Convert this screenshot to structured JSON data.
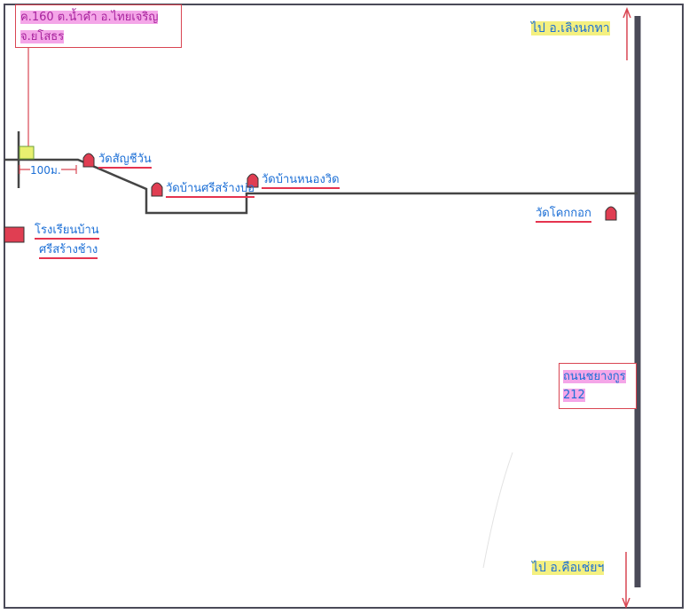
{
  "header_box": {
    "line1": "ค.160 ต.น้ำคำ อ.ไทยเจริญ",
    "line2": "จ.ยโสธร"
  },
  "labels": {
    "north_direction": "ไป อ.เลิงนกทา",
    "south_direction": "ไป อ.คือเช่ยฯ",
    "distance": "100ม.",
    "road_sign": {
      "line1": "ถนนชยางกูร",
      "line2": "212"
    },
    "landmarks": {
      "wat_1": "วัดสัญชีวัน",
      "wat_2": "วัดบ้านศรีสร้างบ่อ",
      "wat_3": "วัดบ้านหนองวิด",
      "wat_4": "วัดโคกกอก",
      "school_line1": "โรงเรียนบ้าน",
      "school_line2": "ศรีสร้างช้าง"
    }
  },
  "colors": {
    "highway": "#4a4a58",
    "road": "#454545",
    "marker_red": "#e03e52",
    "label_blue": "#1c6fd6",
    "label_magenta": "#a8239d",
    "highlight_pink": "#f4a6e8",
    "highlight_yellow": "#f4f080",
    "destination_marker": "#e8f070"
  }
}
